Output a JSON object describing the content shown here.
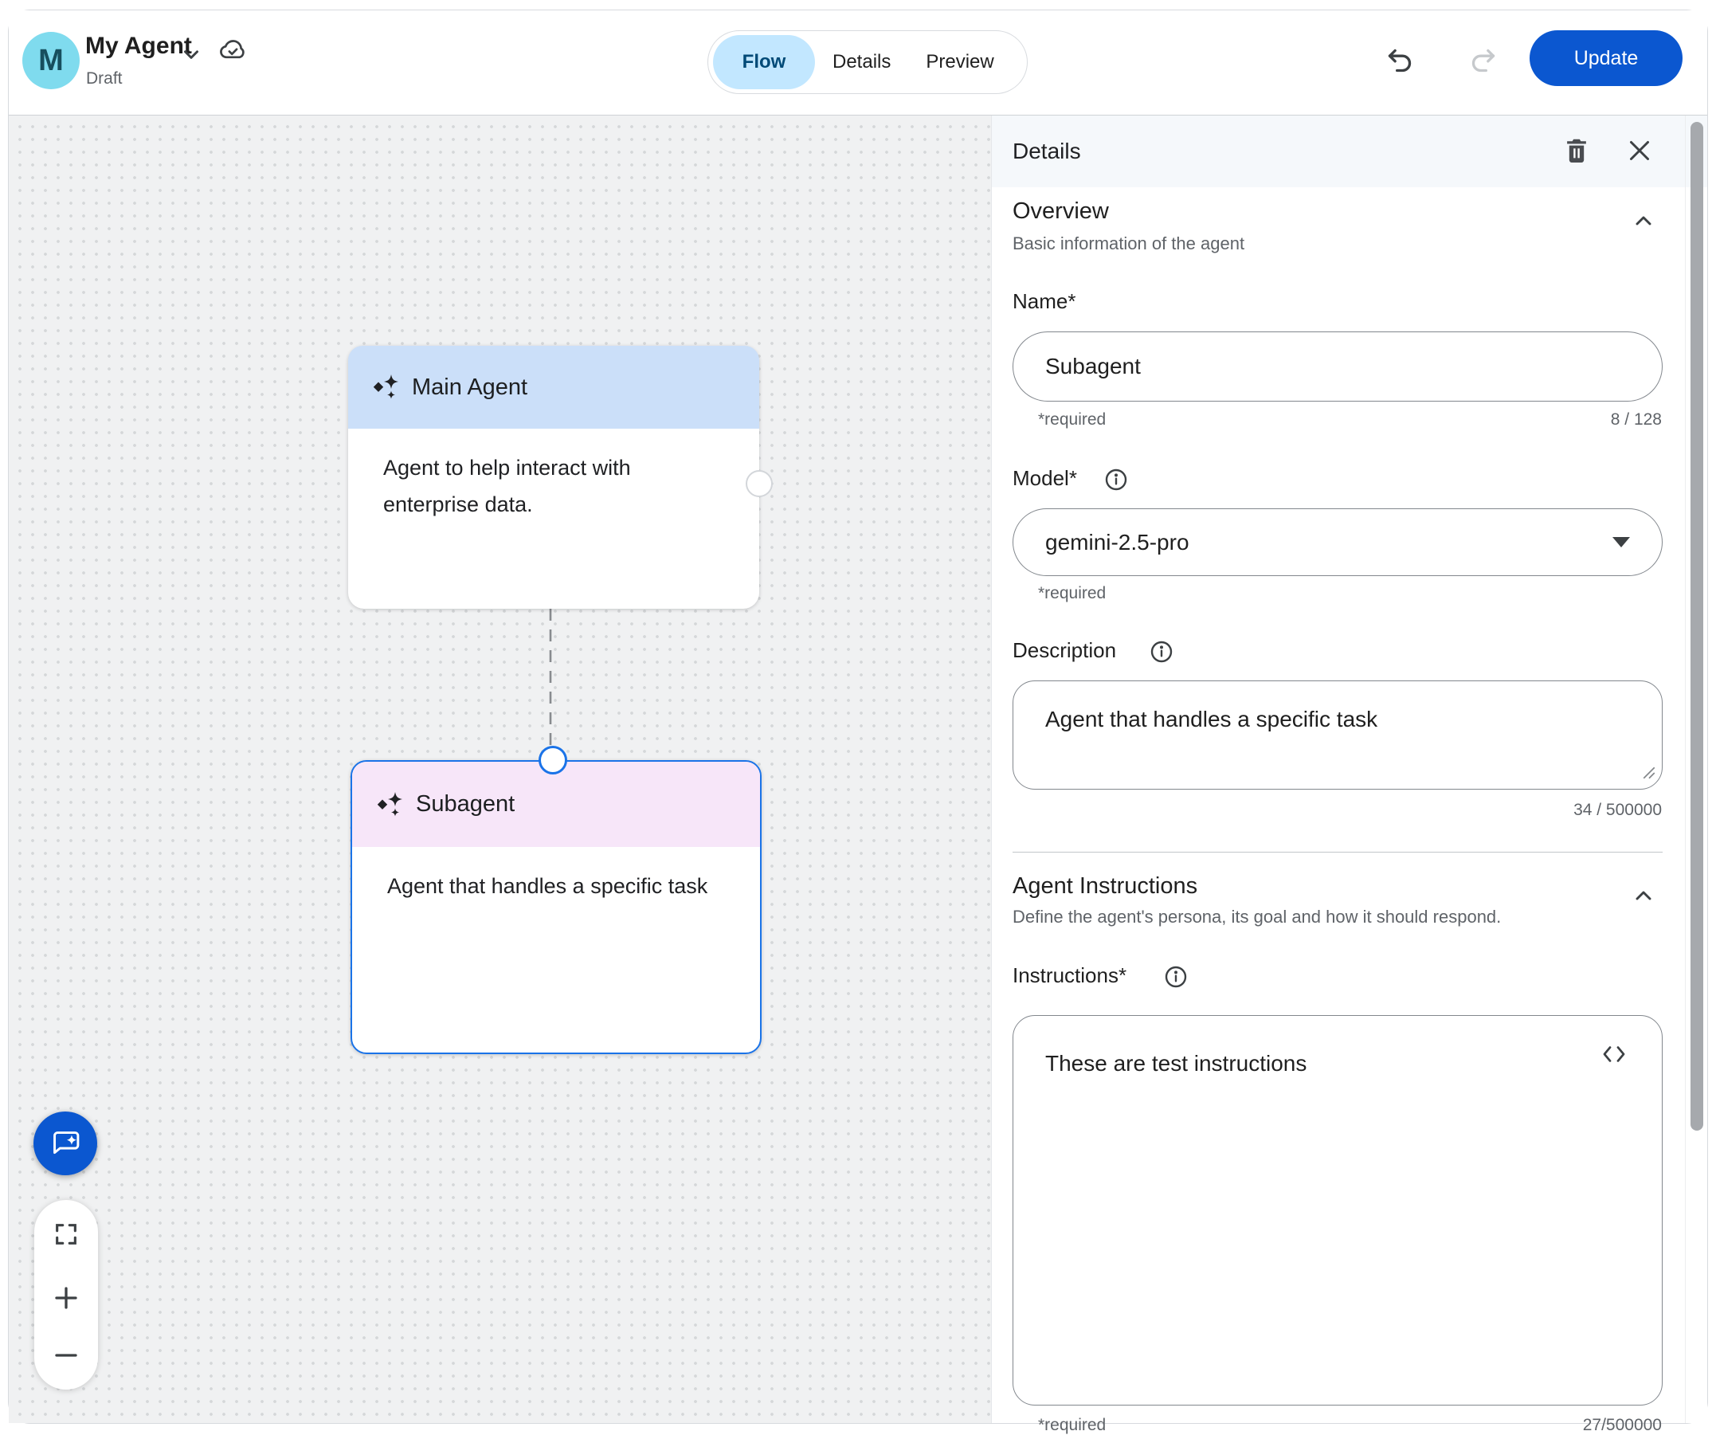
{
  "header": {
    "avatar_letter": "M",
    "title": "My Agent",
    "status": "Draft",
    "tabs": [
      {
        "label": "Flow"
      },
      {
        "label": "Details"
      },
      {
        "label": "Preview"
      }
    ],
    "update_label": "Update"
  },
  "canvas": {
    "nodes": [
      {
        "title": "Main Agent",
        "description": "Agent to help interact with enterprise data."
      },
      {
        "title": "Subagent",
        "description": "Agent that handles a specific task"
      }
    ]
  },
  "panel": {
    "title": "Details",
    "overview": {
      "heading": "Overview",
      "subheading": "Basic information of the agent",
      "name_label": "Name*",
      "name_value": "Subagent",
      "name_required": "*required",
      "name_count": "8 / 128",
      "model_label": "Model*",
      "model_value": "gemini-2.5-pro",
      "model_required": "*required",
      "description_label": "Description",
      "description_value": "Agent that handles a specific task",
      "description_count": "34 / 500000"
    },
    "instructions": {
      "heading": "Agent Instructions",
      "subheading": "Define the agent's persona, its goal and how it should respond.",
      "label": "Instructions*",
      "value": "These are test instructions",
      "required": "*required",
      "count": "27/500000"
    }
  },
  "icons": {
    "sparkle": "✦",
    "dropdown_caret": "▾",
    "code": "< >"
  },
  "colors": {
    "accent_blue": "#0b57d0",
    "flow_tab_bg": "#c2e7ff",
    "flow_tab_text": "#004a77",
    "main_node_header": "#cbdff9",
    "subagent_node_header": "#f7e6f9",
    "selected_border": "#1a73e8",
    "canvas_bg": "#f0f1f2",
    "panel_header_bg": "#f5f8fb"
  }
}
